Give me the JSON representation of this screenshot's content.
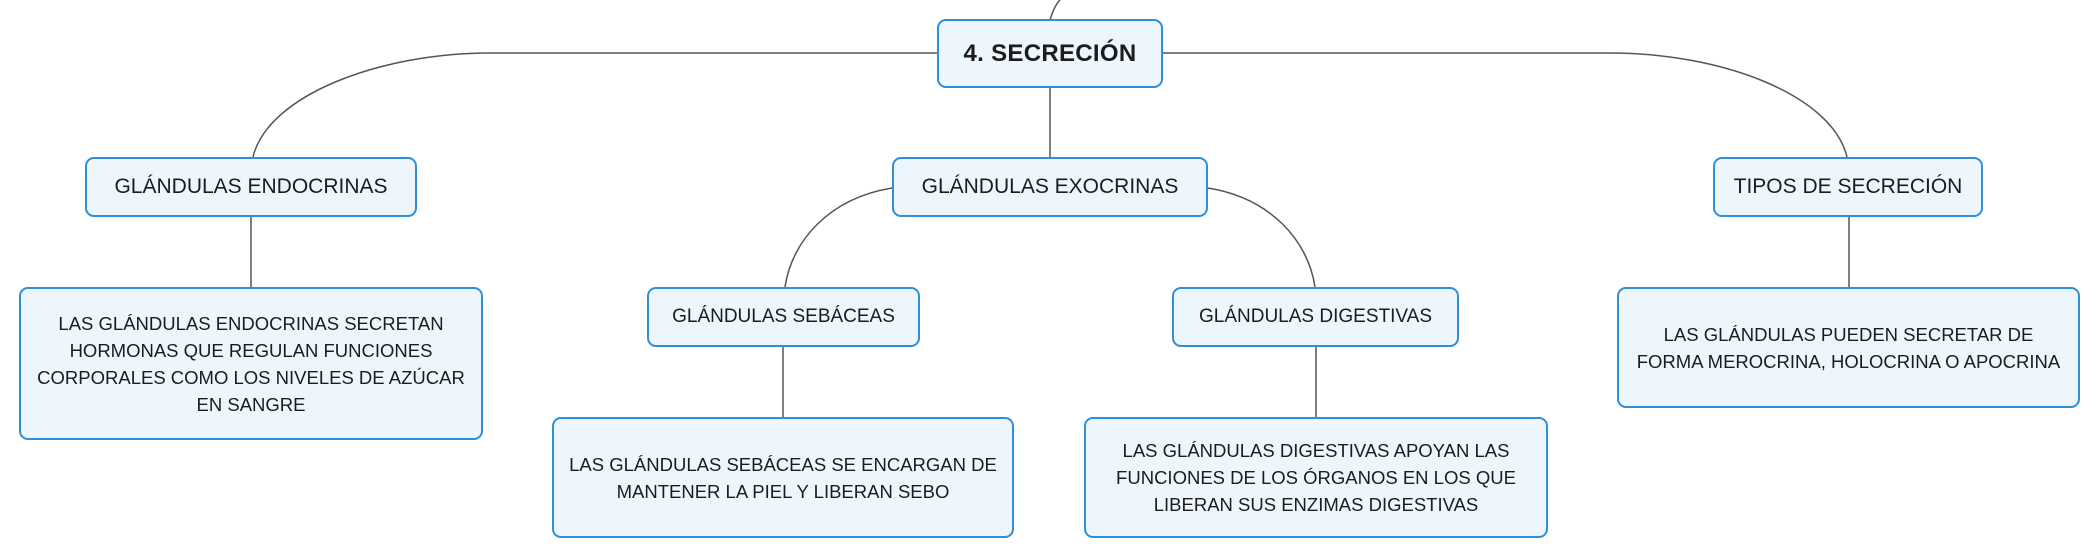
{
  "diagram": {
    "type": "mind-map",
    "root": {
      "label": "4. SECRECIÓN"
    },
    "branches": {
      "endocrinas": {
        "label": "GLÁNDULAS ENDOCRINAS",
        "description": "LAS GLÁNDULAS ENDOCRINAS SECRETAN HORMONAS QUE REGULAN FUNCIONES CORPORALES COMO LOS NIVELES DE AZÚCAR EN SANGRE"
      },
      "exocrinas": {
        "label": "GLÁNDULAS EXOCRINAS",
        "children": {
          "sebaceas": {
            "label": "GLÁNDULAS SEBÁCEAS",
            "description": "LAS GLÁNDULAS SEBÁCEAS SE ENCARGAN DE MANTENER LA PIEL Y LIBERAN SEBO"
          },
          "digestivas": {
            "label": "GLÁNDULAS DIGESTIVAS",
            "description": "LAS GLÁNDULAS DIGESTIVAS APOYAN LAS FUNCIONES DE LOS ÓRGANOS EN LOS QUE LIBERAN SUS ENZIMAS DIGESTIVAS"
          }
        }
      },
      "tipos": {
        "label": "TIPOS DE SECRECIÓN",
        "description": "LAS GLÁNDULAS PUEDEN SECRETAR DE FORMA MEROCRINA, HOLOCRINA O APOCRINA"
      }
    },
    "colors": {
      "node_border": "#2f8fd8",
      "node_fill": "#eef6fd",
      "connector": "#555555",
      "text": "#1c1c1c"
    }
  }
}
